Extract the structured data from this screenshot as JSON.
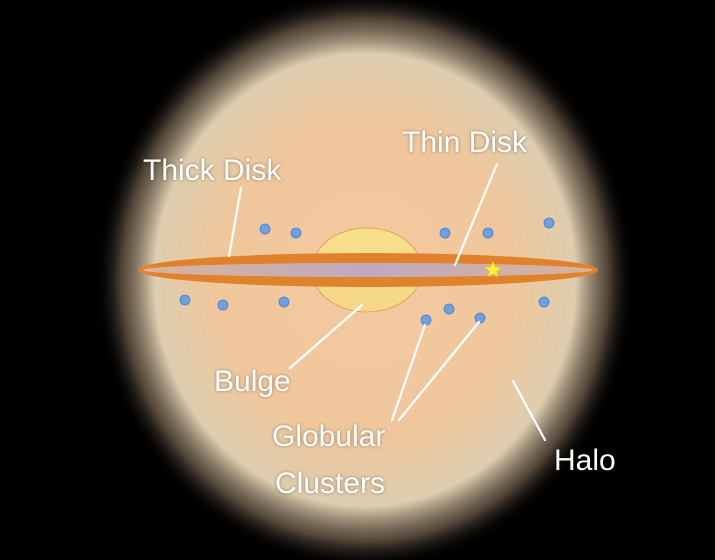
{
  "labels": {
    "thick_disk": "Thick Disk",
    "thin_disk": "Thin Disk",
    "bulge": "Bulge",
    "globular_line1": "Globular",
    "globular_line2": "Clusters",
    "halo": "Halo"
  },
  "colors": {
    "background": "#000000",
    "halo_core": "#f3c9a0",
    "thick_disk": "#e0822c",
    "thin_disk": "#c9a7a8",
    "bulge": "#f7dc8c",
    "cluster": "#6f9fe0",
    "sun": "#ffee33"
  },
  "icons": {
    "sun_marker": "star-icon",
    "cluster_marker": "circle-icon"
  }
}
